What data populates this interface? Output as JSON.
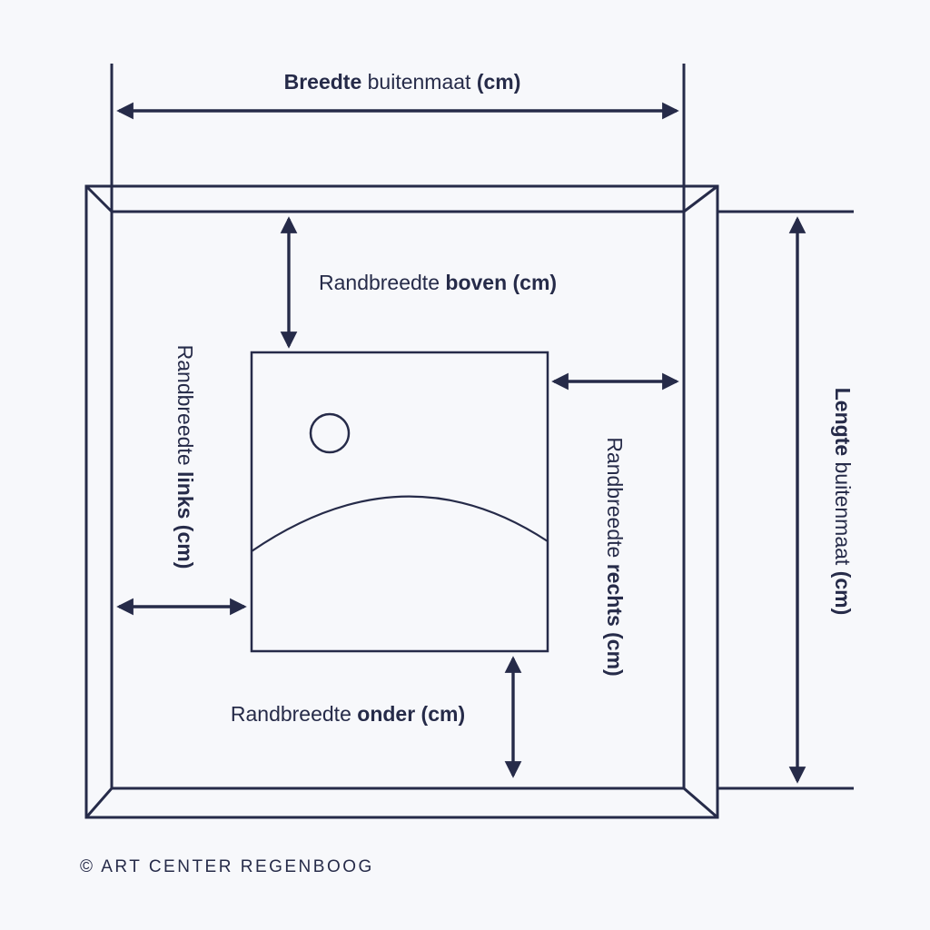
{
  "page": {
    "background": "#f7f8fb",
    "ink": "#262b49"
  },
  "labels": {
    "breedte": {
      "lead": "Breedte",
      "mid": " buitenmaat ",
      "tail": "(cm)"
    },
    "lengte": {
      "lead": "Lengte",
      "mid": " buitenmaat ",
      "tail": "(cm)"
    },
    "boven": {
      "pre": "Randbreedte ",
      "bold": "boven (cm)"
    },
    "links": {
      "pre": "Randbreedte ",
      "bold": "links (cm)"
    },
    "rechts": {
      "pre": "Randbreedte ",
      "bold": "rechts (cm)"
    },
    "onder": {
      "pre": "Randbreedte ",
      "bold": "onder (cm)"
    }
  },
  "footer": {
    "copyright": "© ART CENTER REGENBOOG"
  }
}
